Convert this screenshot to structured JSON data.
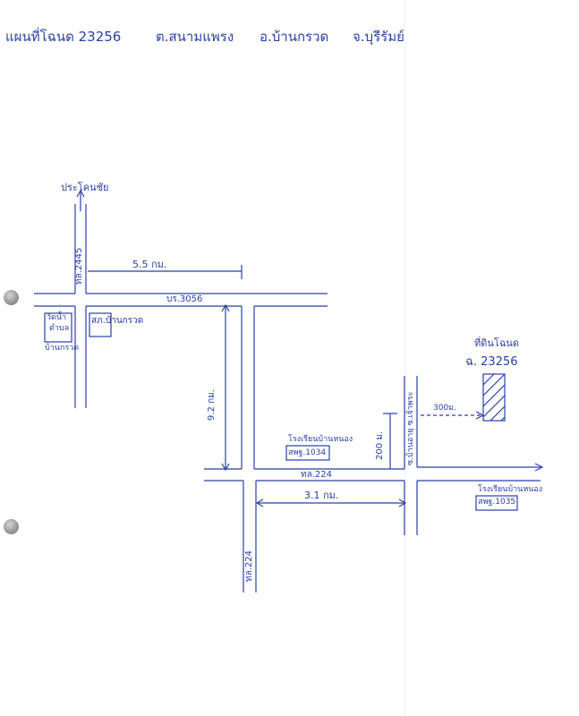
{
  "title": {
    "parcel": "แผนที่โฉนด 23256",
    "subdistrict": "ต.สนามแพรง",
    "district": "อ.บ้านกรวด",
    "province": "จ.บุรีรัมย์"
  },
  "roads": {
    "north_road": "ทล.2445",
    "north_destination": "ประโคนชัย",
    "east_west_road": "บร.3056",
    "main_road_h": "ทล.224",
    "main_road_v": "ทล.224",
    "east_side_road": "ซ.บ้านอายุ ซ.เจ้าพระ"
  },
  "distances": {
    "d1": "5.5 กม.",
    "d2": "9.2 กม.",
    "d3": "3.1 กม.",
    "d4": "200 ม.",
    "d5": "300ม."
  },
  "places": {
    "temple_top": "วัดน้ำ",
    "temple_mid": "ตำบล",
    "temple_bottom": "บ้านกรวด",
    "office": "สภ.บ้านกรวด",
    "school1_line1": "โรงเรียนบ้านหนอง",
    "school1_line2": "สพฐ.1034",
    "school2_line1": "โรงเรียนบ้านหนอง",
    "school2_line2": "สพฐ.1035",
    "parcel_label1": "ที่ดินโฉนด",
    "parcel_label2": "ฉ. 23256"
  },
  "colors": {
    "ink": "#2a3fa8",
    "parcel_hatch": "#2a3fa8"
  },
  "icons": {
    "north_arrow": "arrow-up",
    "parcel": "hatched-rectangle"
  }
}
